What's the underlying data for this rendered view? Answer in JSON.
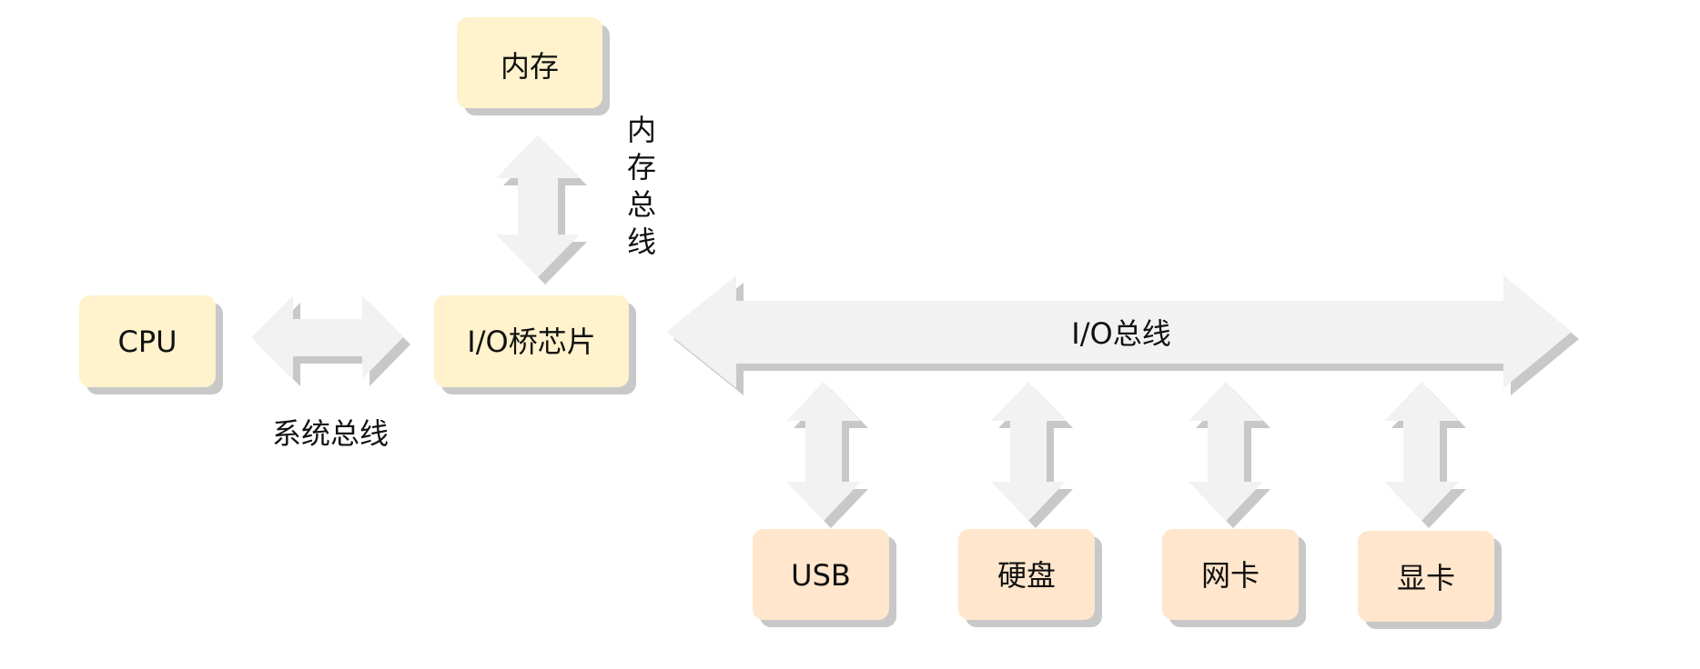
{
  "colors": {
    "cpu_box_fill": "#fff2cc",
    "device_box_fill": "#ffe6cc",
    "shadow": "#c8c8c8",
    "arrow_fill": "#f2f2f2",
    "arrow_shadow": "#c8c8c8",
    "text": "#111111"
  },
  "nodes": {
    "memory": "内存",
    "cpu": "CPU",
    "io_bridge": "I/O桥芯片",
    "usb": "USB",
    "disk": "硬盘",
    "nic": "网卡",
    "gpu": "显卡"
  },
  "buses": {
    "memory_bus_chars": [
      "内",
      "存",
      "总",
      "线"
    ],
    "system_bus": "系统总线",
    "io_bus": "I/O总线"
  },
  "icons": {
    "memory_bus_arrow": "double-arrow-vertical",
    "system_bus_arrow": "double-arrow-horizontal",
    "io_bus_arrow": "double-arrow-horizontal",
    "device_bus_arrows": "double-arrow-vertical"
  }
}
